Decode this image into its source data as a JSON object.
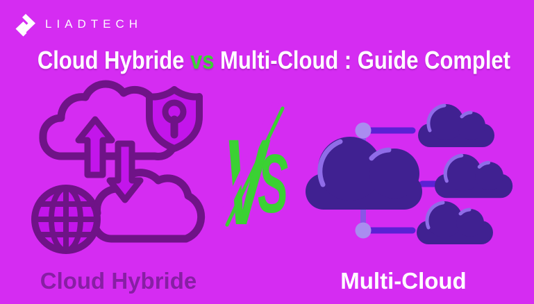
{
  "banner": {
    "background": "#d52cf2",
    "accent_green": "#3bd133",
    "dark_purple": "#6f1387",
    "bright_magenta": "#c315eb",
    "label_purple": "#871fa4",
    "indigo_cloud": "#402191",
    "cloud_highlight": "#8f6ce8",
    "connector_purple": "#5b21d4",
    "connector_light": "#8a55e6",
    "node_lavender": "#aa8cf0",
    "text_white": "#ffffff"
  },
  "logo": {
    "brand": "LIADTECH"
  },
  "title": {
    "part_left": "Cloud Hybride",
    "vs": "vs",
    "part_right": "Multi-Cloud : Guide Complet"
  },
  "versus": {
    "v": "V",
    "s": "S"
  },
  "sections": {
    "left_label": "Cloud Hybride",
    "right_label": "Multi-Cloud"
  }
}
